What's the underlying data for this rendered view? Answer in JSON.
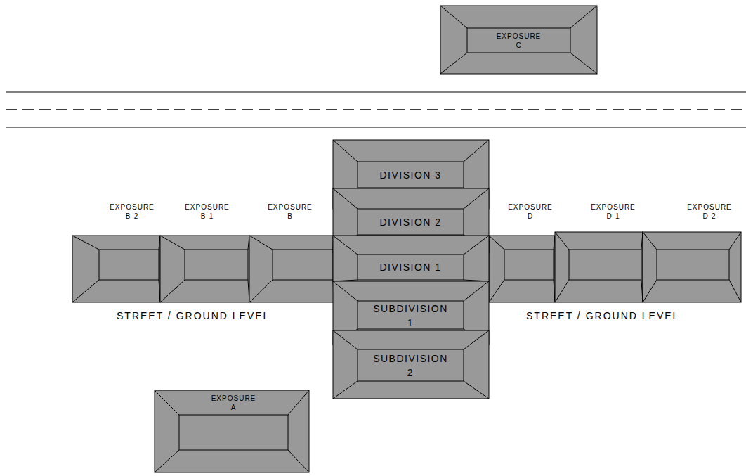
{
  "diagram": {
    "nodes": [
      {
        "text": [
          "EXPOSURE C"
        ]
      },
      {
        "text": [
          "EXPOSURE B-2"
        ]
      },
      {
        "text": [
          "EXPOSURE B-1"
        ]
      },
      {
        "text": [
          "EXPOSURE B"
        ]
      },
      {
        "text": [
          "DIVISION 3"
        ]
      },
      {
        "text": [
          "DIVISION 2"
        ]
      },
      {
        "text": [
          "EXPOSURE D"
        ]
      },
      {
        "text": [
          "EXPOSURE D-1"
        ]
      },
      {
        "text": [
          "EXPOSURE D-2"
        ]
      },
      {
        "text": [
          "DIVISION 1"
        ]
      },
      {
        "text": [
          "SUBDIVISION 1"
        ]
      },
      {
        "text": [
          "SUBDIVISION 2"
        ]
      },
      {
        "text": [
          "EXPOSURE A"
        ]
      }
    ],
    "labels": [
      "STREET / GROUND LEVEL",
      "STREET / GROUND LEVEL"
    ]
  }
}
